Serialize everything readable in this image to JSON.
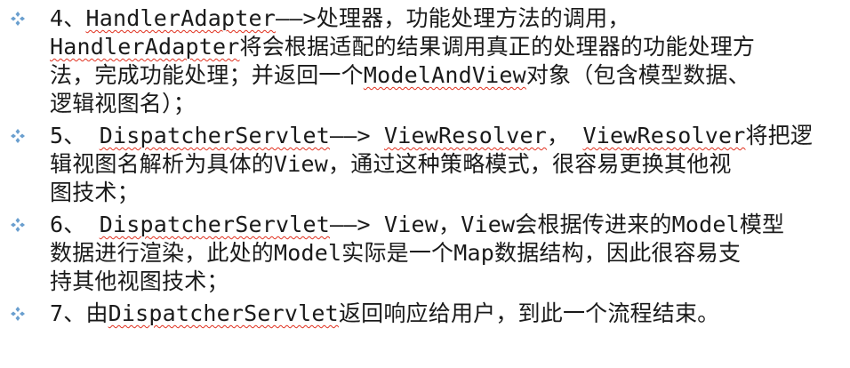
{
  "bullet_icon": "four-diamond-bullet-icon",
  "accent_color": "#6a9fcf",
  "spellcheck_color": "#e0301e",
  "items": [
    {
      "lines": [
        [
          {
            "t": "4、"
          },
          {
            "t": "HandlerAdapter",
            "sq": true
          },
          {
            "t": "——>处理器，功能处理方法的调用，"
          }
        ],
        [
          {
            "t": "HandlerAdapter",
            "sq": true
          },
          {
            "t": "将会根据适配的结果调用真正的处理器的功能处理方"
          }
        ],
        [
          {
            "t": "法，完成功能处理；并返回一个"
          },
          {
            "t": "ModelAndView",
            "sq": true
          },
          {
            "t": "对象（包含模型数据、"
          }
        ],
        [
          {
            "t": "逻辑视图名）；"
          }
        ]
      ]
    },
    {
      "lines": [
        [
          {
            "t": "5、 "
          },
          {
            "t": "DispatcherServlet",
            "sq": true
          },
          {
            "t": "——> "
          },
          {
            "t": "ViewResolver",
            "sq": true
          },
          {
            "t": "， "
          },
          {
            "t": "ViewResolver",
            "sq": true
          },
          {
            "t": "将把逻"
          }
        ],
        [
          {
            "t": "辑视图名解析为具体的View，通过这种策略模式，很容易更换其他视"
          }
        ],
        [
          {
            "t": "图技术；"
          }
        ]
      ]
    },
    {
      "lines": [
        [
          {
            "t": "6、 "
          },
          {
            "t": "DispatcherServlet",
            "sq": true
          },
          {
            "t": "——> View，View会根据传进来的Model模型"
          }
        ],
        [
          {
            "t": "数据进行渲染，此处的Model实际是一个Map数据结构，因此很容易支"
          }
        ],
        [
          {
            "t": "持其他视图技术；"
          }
        ]
      ]
    },
    {
      "lines": [
        [
          {
            "t": "7、由"
          },
          {
            "t": "DispatcherServlet",
            "sq": true
          },
          {
            "t": "返回响应给用户，到此一个流程结束。"
          }
        ]
      ]
    }
  ]
}
